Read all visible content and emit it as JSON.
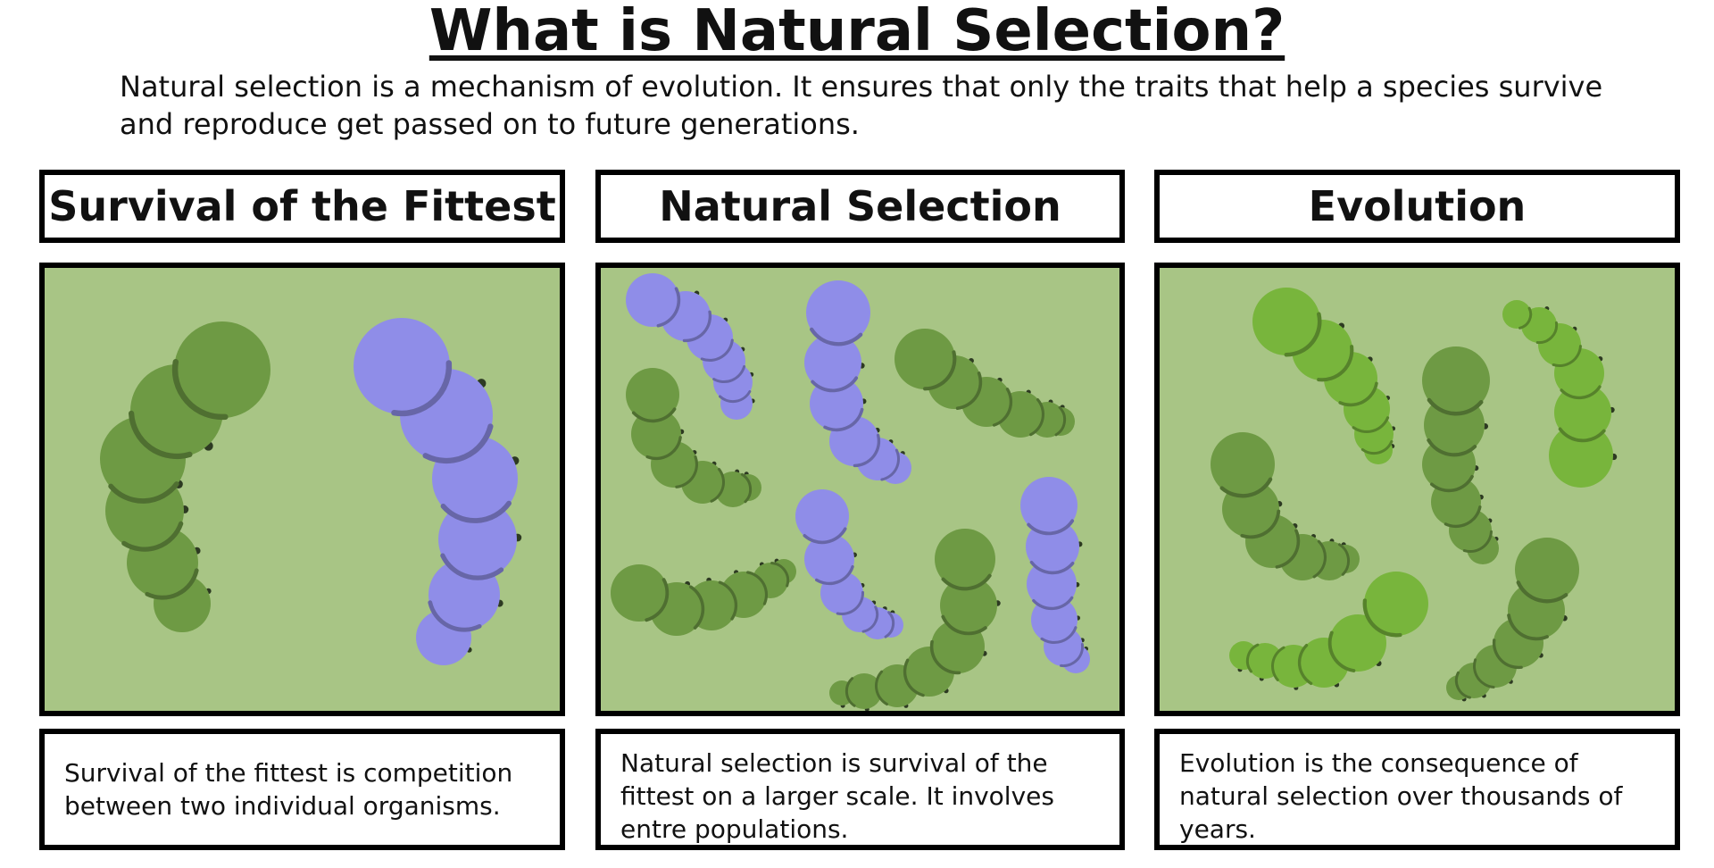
{
  "title": "What is Natural Selection?",
  "intro": "Natural selection is a mechanism of evolution.  It ensures that only the traits that help a species survive and reproduce get passed on to future generations.",
  "columns": [
    {
      "heading": "Survival of the Fittest",
      "caption": "Survival of the fittest is competition between two individual organisms."
    },
    {
      "heading": "Natural Selection",
      "caption": "Natural selection is survival of the fittest on a larger scale. It involves entre populations."
    },
    {
      "heading": "Evolution",
      "caption": "Evolution is the consequence of natural selection over thousands of years."
    }
  ],
  "colors": {
    "background_panel": "#a8c585",
    "caterpillar_dark_green": "#6e9a44",
    "caterpillar_purple": "#8f8de8",
    "caterpillar_light_green": "#78b53c"
  }
}
